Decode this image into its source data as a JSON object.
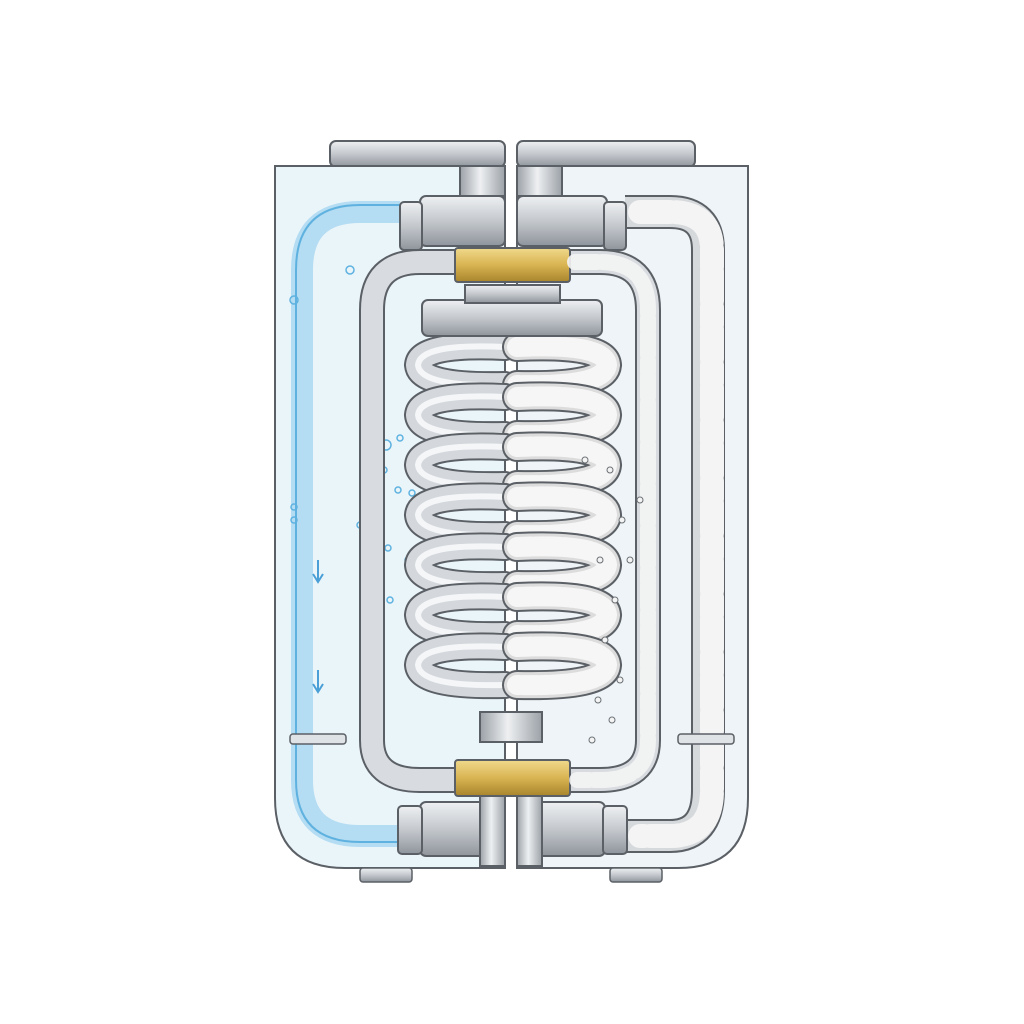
{
  "illustration": {
    "subject": "heat-exchanger-cutaway",
    "left_half": "clean",
    "right_half": "scaled",
    "colors": {
      "tank_fill": "#eaf5fa",
      "water_blue": "#8cc8ea",
      "pipe_steel": "#c9cdd2",
      "pipe_outline": "#5b6066",
      "brass": "#d9b85a",
      "scale_white": "#f2f2f2"
    }
  }
}
